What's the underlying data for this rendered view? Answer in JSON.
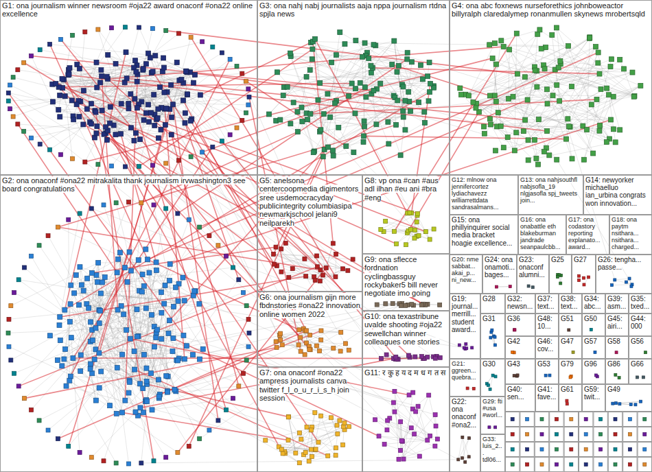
{
  "diagram": {
    "nodes": [
      {
        "text": [
          "G1: ona journalism winner newsroom #oja22 award onaconf #ona22 online excellence"
        ]
      },
      {
        "text": [
          "G3: ona nahj nabj journalists aaja nppa journalism rtdna spjla news"
        ]
      },
      {
        "text": [
          "G4: ona abc foxnews nurseforethics johnboweactor billyralph claredalymep ronanmullen skynews mrobertsqld"
        ]
      },
      {
        "text": [
          "G2: ona onaconf #ona22 mitrakalita thank journalism irvwashington3 see board congratulations"
        ]
      },
      {
        "text": [
          "G5: anelsona centercoopmedia digimentors sree usdemocracyday publicintegrity columbiasipa newmarkjschool jelani9 neilparekh"
        ]
      },
      {
        "text": [
          "G8: vp ona #can #aus adl ilhan #eu ani #bra #eng"
        ]
      },
      {
        "text": [
          "G12: mlnow ona jennifercortez lydiachavezz williarrettdata sandrasalmans..."
        ]
      },
      {
        "text": [
          "G13: ona nahjsouthfl nabjsofla_19 nlgjasofla spj_tweets join..."
        ]
      },
      {
        "text": [
          "G14: newyorker michaelluo ian_urbina congrats won innovation..."
        ]
      },
      {
        "text": [
          "G15: ona phillyinquirer social media bracket hoagie excellence..."
        ]
      },
      {
        "text": [
          "G16: ona onabattle eth blakeburman jandrade seanpaulcbb..."
        ]
      },
      {
        "text": [
          "G17: ona codastory reporting explanato... award..."
        ]
      },
      {
        "text": [
          "G18: ona paytm nsithara... nsithara... charged..."
        ]
      },
      {
        "text": [
          "G9: ona sflecce fordnation cyclingbassguy rockybaker5 bill never negotiate imo going"
        ]
      },
      {
        "text": [
          "G20: nme sabbat... akai_p... ni_new..."
        ]
      },
      {
        "text": [
          "G24: ona onamoti... bages..."
        ]
      },
      {
        "text": [
          "G23: onaconf alumni..."
        ]
      },
      {
        "text": [
          "G25"
        ]
      },
      {
        "text": [
          "G27"
        ]
      },
      {
        "text": [
          "G26: tengha... passe..."
        ]
      },
      {
        "text": [
          "G6: ona journalism gijn more fbdnstories #ona22 innovation online women 2022"
        ]
      },
      {
        "text": [
          "G19: journal... merrill... student award..."
        ]
      },
      {
        "text": [
          "G28"
        ]
      },
      {
        "text": [
          "G32: newsn..."
        ]
      },
      {
        "text": [
          "G37: text..."
        ]
      },
      {
        "text": [
          "G38: text..."
        ]
      },
      {
        "text": [
          "G34: abc..."
        ]
      },
      {
        "text": [
          "G39: asm..."
        ]
      },
      {
        "text": [
          "G35: txed..."
        ]
      },
      {
        "text": [
          "G10: ona texastribune uvalde shooting #oja22 sewellchan winner colleagues one stories"
        ]
      },
      {
        "text": [
          "G31"
        ]
      },
      {
        "text": [
          "G36"
        ]
      },
      {
        "text": [
          "G48: 10..."
        ]
      },
      {
        "text": [
          "G51"
        ]
      },
      {
        "text": [
          "G50"
        ]
      },
      {
        "text": [
          "G45: airi..."
        ]
      },
      {
        "text": [
          "G44: 000"
        ]
      },
      {
        "text": [
          "G42"
        ]
      },
      {
        "text": [
          "G46: cov..."
        ]
      },
      {
        "text": [
          "G47"
        ]
      },
      {
        "text": [
          "G57"
        ]
      },
      {
        "text": [
          "G58"
        ]
      },
      {
        "text": [
          "G56"
        ]
      },
      {
        "text": [
          "G7: ona onaconf #ona22 ampress journalists canva twitter f_l_o_u_r_i_s_h join session"
        ]
      },
      {
        "text": [
          "G11: र कु ह य द म ध ग त स"
        ]
      },
      {
        "text": [
          "G21: ggreen... quebra..."
        ]
      },
      {
        "text": [
          "G30"
        ]
      },
      {
        "text": [
          "G43"
        ]
      },
      {
        "text": [
          "G53"
        ]
      },
      {
        "text": [
          "G79"
        ]
      },
      {
        "text": [
          "G96"
        ]
      },
      {
        "text": [
          "G86"
        ]
      },
      {
        "text": [
          "G66"
        ]
      },
      {
        "text": [
          "G40: sen..."
        ]
      },
      {
        "text": [
          "G41: fave..."
        ]
      },
      {
        "text": [
          "G61"
        ]
      },
      {
        "text": [
          "G59: twit..."
        ]
      },
      {
        "text": [
          "G49"
        ]
      },
      {
        "text": [
          "G22: ona onaconf #ona2..."
        ]
      },
      {
        "text": [
          "G29: fti #usa #worl..."
        ]
      },
      {
        "text": [
          "G33: luis_2... tdl06..."
        ]
      }
    ]
  }
}
